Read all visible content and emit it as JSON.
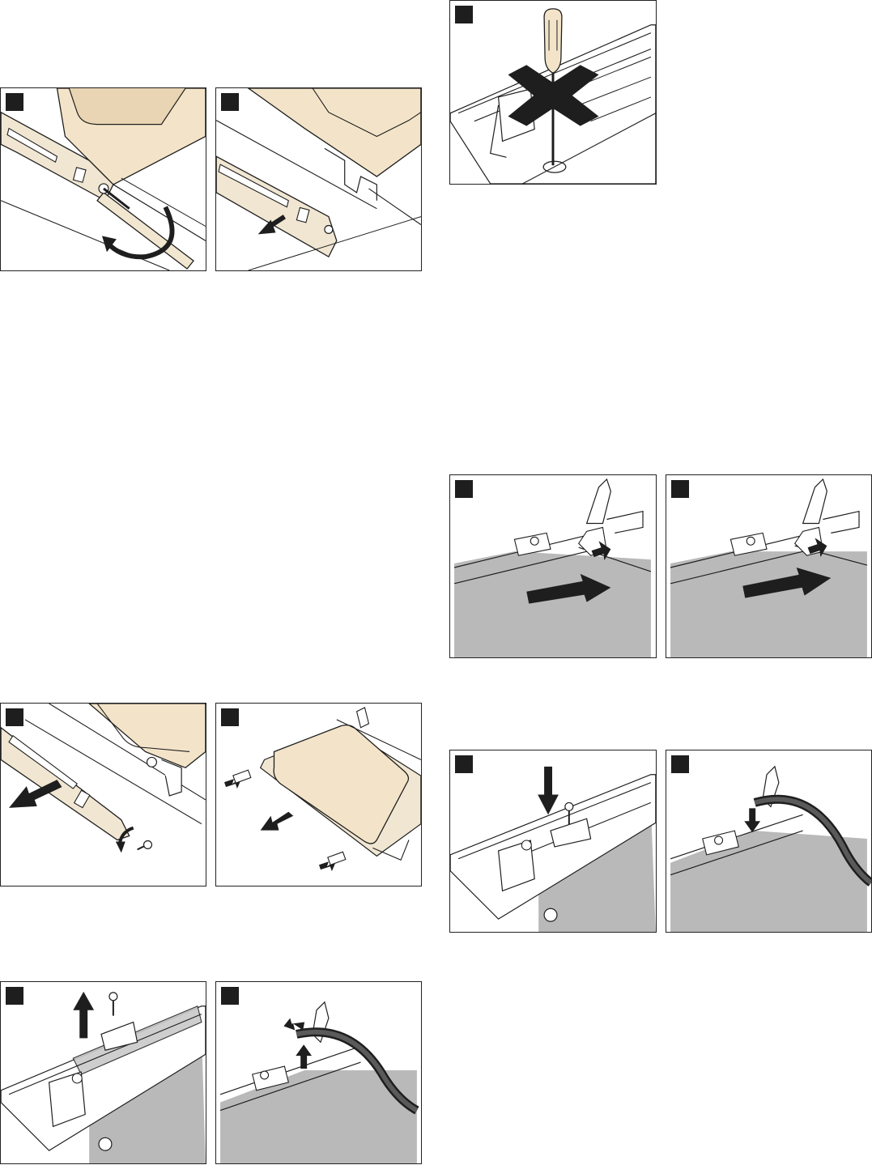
{
  "page": {
    "title": ""
  },
  "colors": {
    "beige": "#f3e4c9",
    "beige_dark": "#d9c3a0",
    "glass_grey": "#b9b9b9",
    "seal_dark": "#5a5a5a",
    "outline": "#1e1e1e",
    "badge": "#1e1e1e"
  },
  "figures": [
    {
      "id": "fig-1",
      "badge": "",
      "subject": "unscrew-side-cover",
      "icons": [
        "screwdriver-icon",
        "rotate-arrow-icon"
      ]
    },
    {
      "id": "fig-2",
      "badge": "",
      "subject": "pull-off-side-cover",
      "icons": [
        "arrow-icon"
      ]
    },
    {
      "id": "fig-3",
      "badge": "",
      "subject": "do-not-unscrew-warning",
      "icons": [
        "screwdriver-icon",
        "cross-icon"
      ]
    },
    {
      "id": "fig-4",
      "badge": "",
      "subject": "push-glass-in",
      "icons": [
        "arrow-icon"
      ]
    },
    {
      "id": "fig-5",
      "badge": "",
      "subject": "push-glass-in",
      "icons": [
        "arrow-icon"
      ]
    },
    {
      "id": "fig-6",
      "badge": "",
      "subject": "remove-cover-and-screw",
      "icons": [
        "arrow-icon",
        "screw-icon"
      ]
    },
    {
      "id": "fig-7",
      "badge": "",
      "subject": "remove-glass-pane",
      "icons": [
        "arrow-icon"
      ]
    },
    {
      "id": "fig-8",
      "badge": "",
      "subject": "insert-screw",
      "icons": [
        "arrow-icon",
        "screw-icon"
      ]
    },
    {
      "id": "fig-9",
      "badge": "",
      "subject": "fit-seal",
      "icons": [
        "arrow-icon"
      ]
    },
    {
      "id": "fig-10",
      "badge": "",
      "subject": "unscrew-clip",
      "icons": [
        "arrow-icon",
        "screw-icon"
      ]
    },
    {
      "id": "fig-11",
      "badge": "",
      "subject": "pull-out-seal",
      "icons": [
        "arrow-icon"
      ]
    }
  ]
}
